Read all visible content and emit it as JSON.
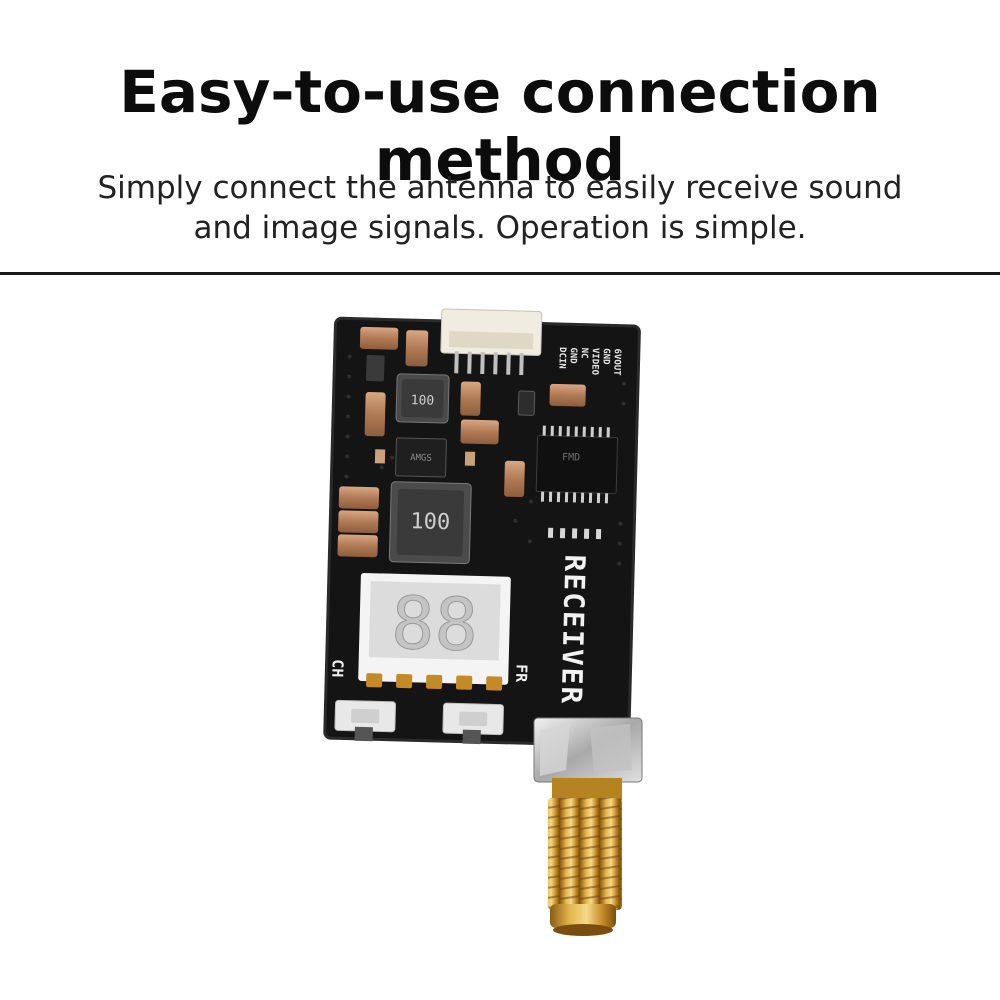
{
  "header": {
    "title": "Easy-to-use connection method",
    "subtitle_lines": [
      "Simply connect the antenna to easily receive sound",
      "and image signals. Operation is simple."
    ]
  },
  "product": {
    "board_label": "RECEIVER",
    "inductor_label": "100",
    "display_digits": "88",
    "button_left_label": "CH",
    "button_right_label": "FR",
    "chip_label": "FMD",
    "pin_labels": [
      "6VOUT",
      "GND",
      "VIDEO",
      "NC",
      "GND",
      "DCIN"
    ],
    "small_chip_label": "AMGS"
  },
  "colors": {
    "pcb": "#141414",
    "gold": "#c9952e",
    "text": "#0c0c0c"
  }
}
